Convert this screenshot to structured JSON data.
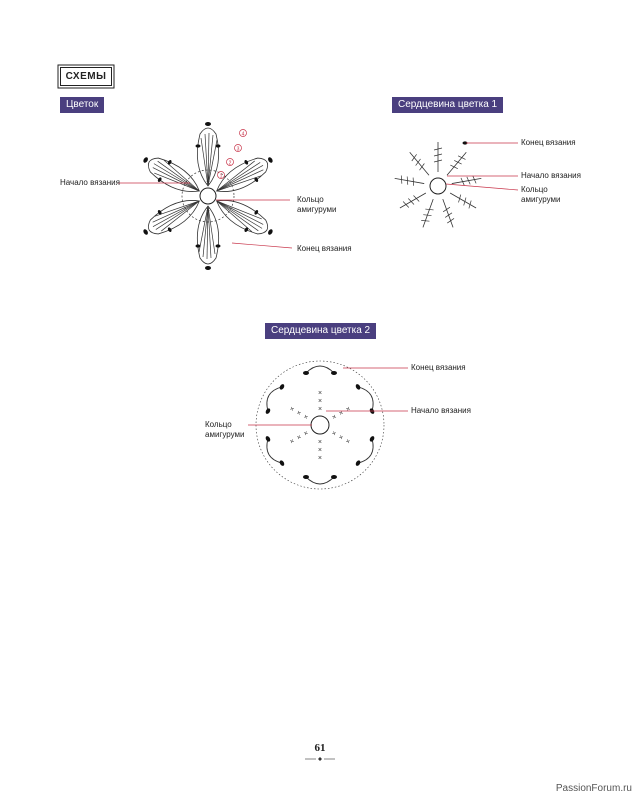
{
  "section": {
    "title": "СХЕМЫ"
  },
  "diagrams": [
    {
      "title": "Цветок",
      "annotations": {
        "start": "Начало вязания",
        "ring": "Кольцо амигуруми",
        "end": "Конец вязания"
      },
      "row_numbers": [
        "1",
        "2",
        "3",
        "4"
      ]
    },
    {
      "title": "Сердцевина цветка 1",
      "annotations": {
        "end": "Конец вязания",
        "start": "Начало вязания",
        "ring": "Кольцо амигуруми"
      }
    },
    {
      "title": "Сердцевина цветка 2",
      "annotations": {
        "end": "Конец вязания",
        "start": "Начало вязания",
        "ring": "Кольцо амигуруми"
      }
    }
  ],
  "page": {
    "number": "61"
  },
  "watermark": "PassionForum.ru",
  "colors": {
    "label_bg": "#4a3f7f",
    "pointer": "#c8354a"
  }
}
